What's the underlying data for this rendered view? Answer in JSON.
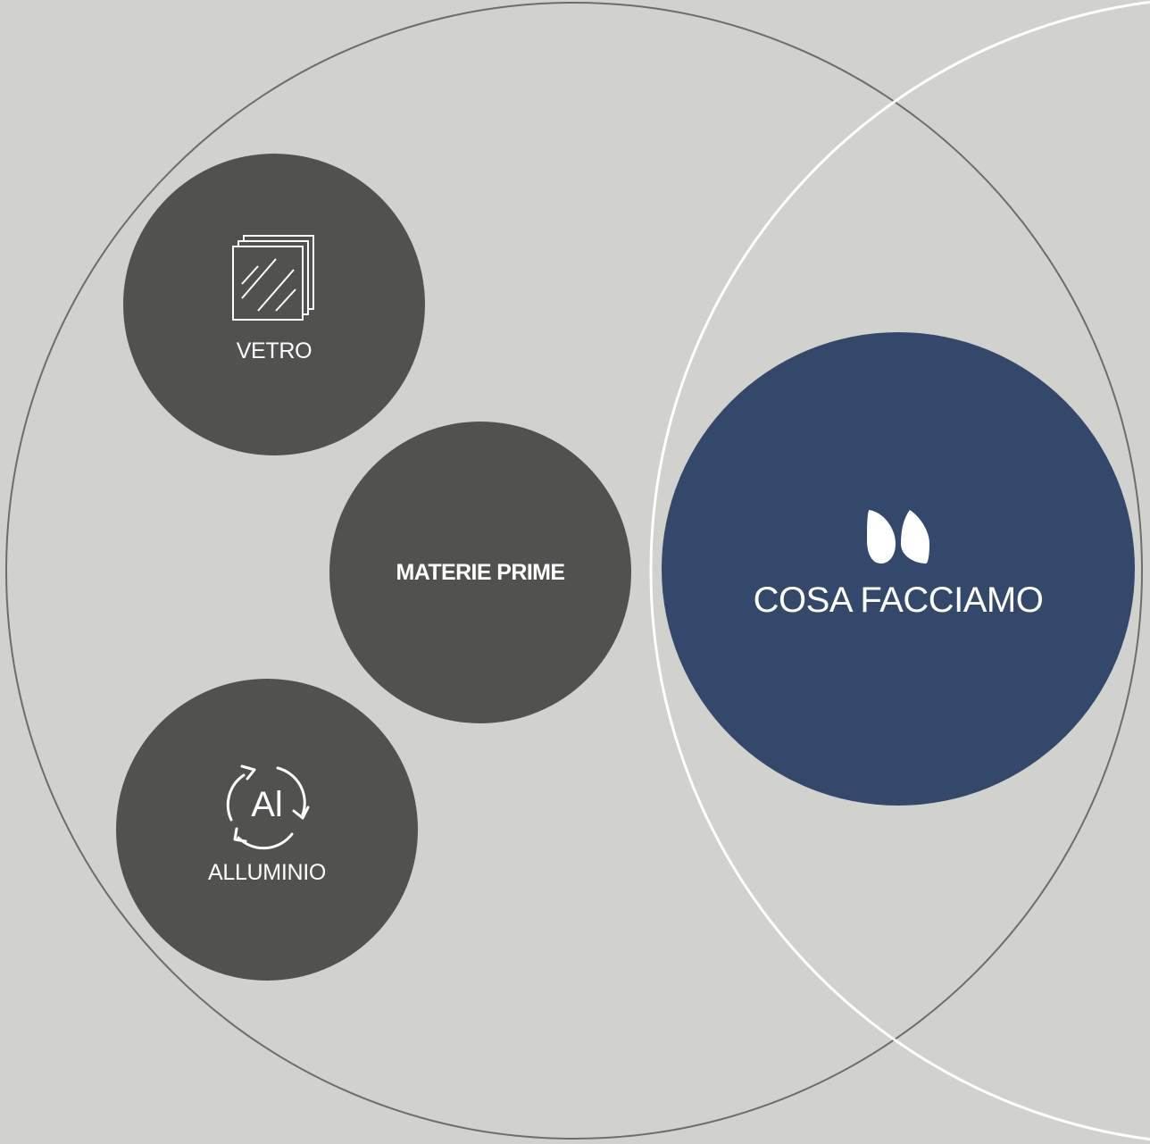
{
  "diagram": {
    "colors": {
      "background": "#d1d1cd",
      "bubble_gray": "#51514f",
      "bubble_blue": "#33486b",
      "outer_ring": "#6d6d6b",
      "white_ring": "#ffffff",
      "text": "#ffffff"
    },
    "nodes": {
      "vetro": {
        "label": "VETRO",
        "icon": "glass-panes-icon"
      },
      "materie_prime": {
        "label": "MATERIE PRIME"
      },
      "alluminio": {
        "label": "ALLUMINIO",
        "icon": "aluminium-recycle-icon",
        "icon_text": "Al"
      },
      "cosa_facciamo": {
        "label": "COSA FACCIAMO",
        "icon": "quote-mark-icon"
      }
    }
  }
}
